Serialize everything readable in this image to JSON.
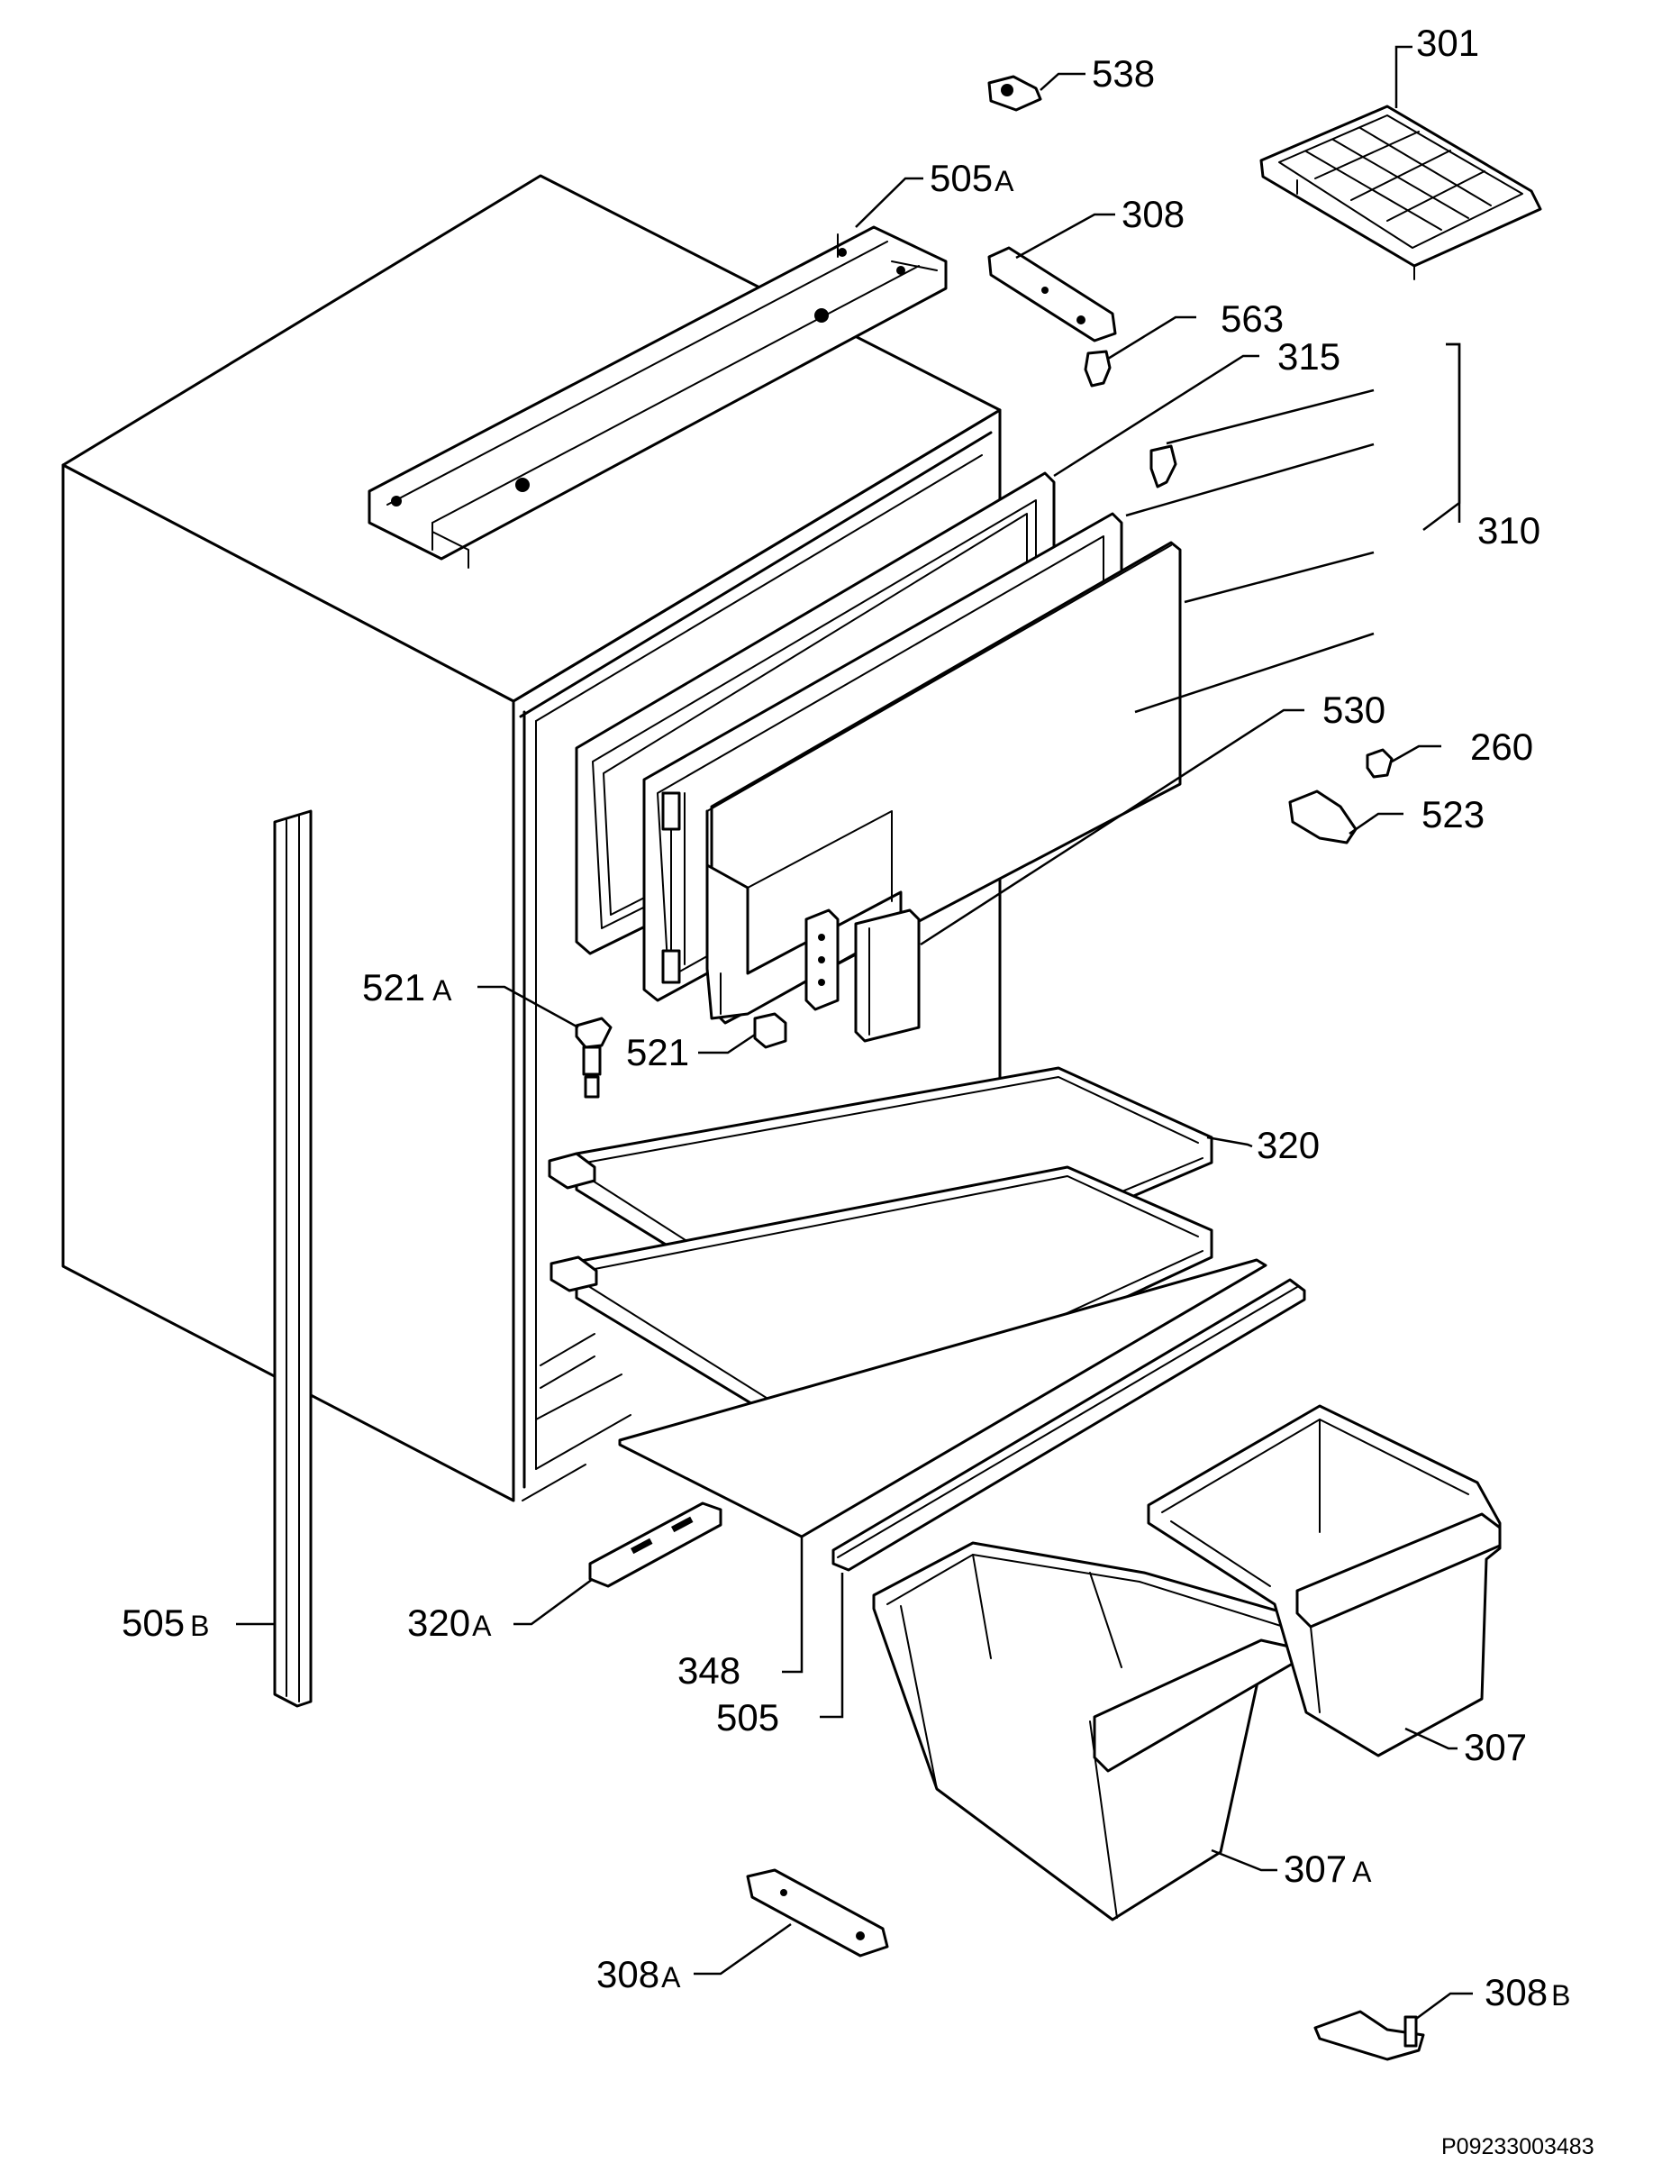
{
  "callouts": {
    "c301": "301",
    "c538": "538",
    "c505A": "505",
    "c505A_suffix": "A",
    "c308": "308",
    "c563": "563",
    "c315": "315",
    "c310": "310",
    "c530": "530",
    "c260": "260",
    "c523": "523",
    "c521A": "521",
    "c521A_suffix": "A",
    "c521": "521",
    "c320": "320",
    "c505B": "505",
    "c505B_suffix": "B",
    "c320A": "320",
    "c320A_suffix": "A",
    "c348": "348",
    "c505": "505",
    "c307": "307",
    "c307A": "307",
    "c307A_suffix": "A",
    "c308A": "308",
    "c308A_suffix": "A",
    "c308B": "308",
    "c308B_suffix": "B"
  },
  "document_number": "P09233003483"
}
